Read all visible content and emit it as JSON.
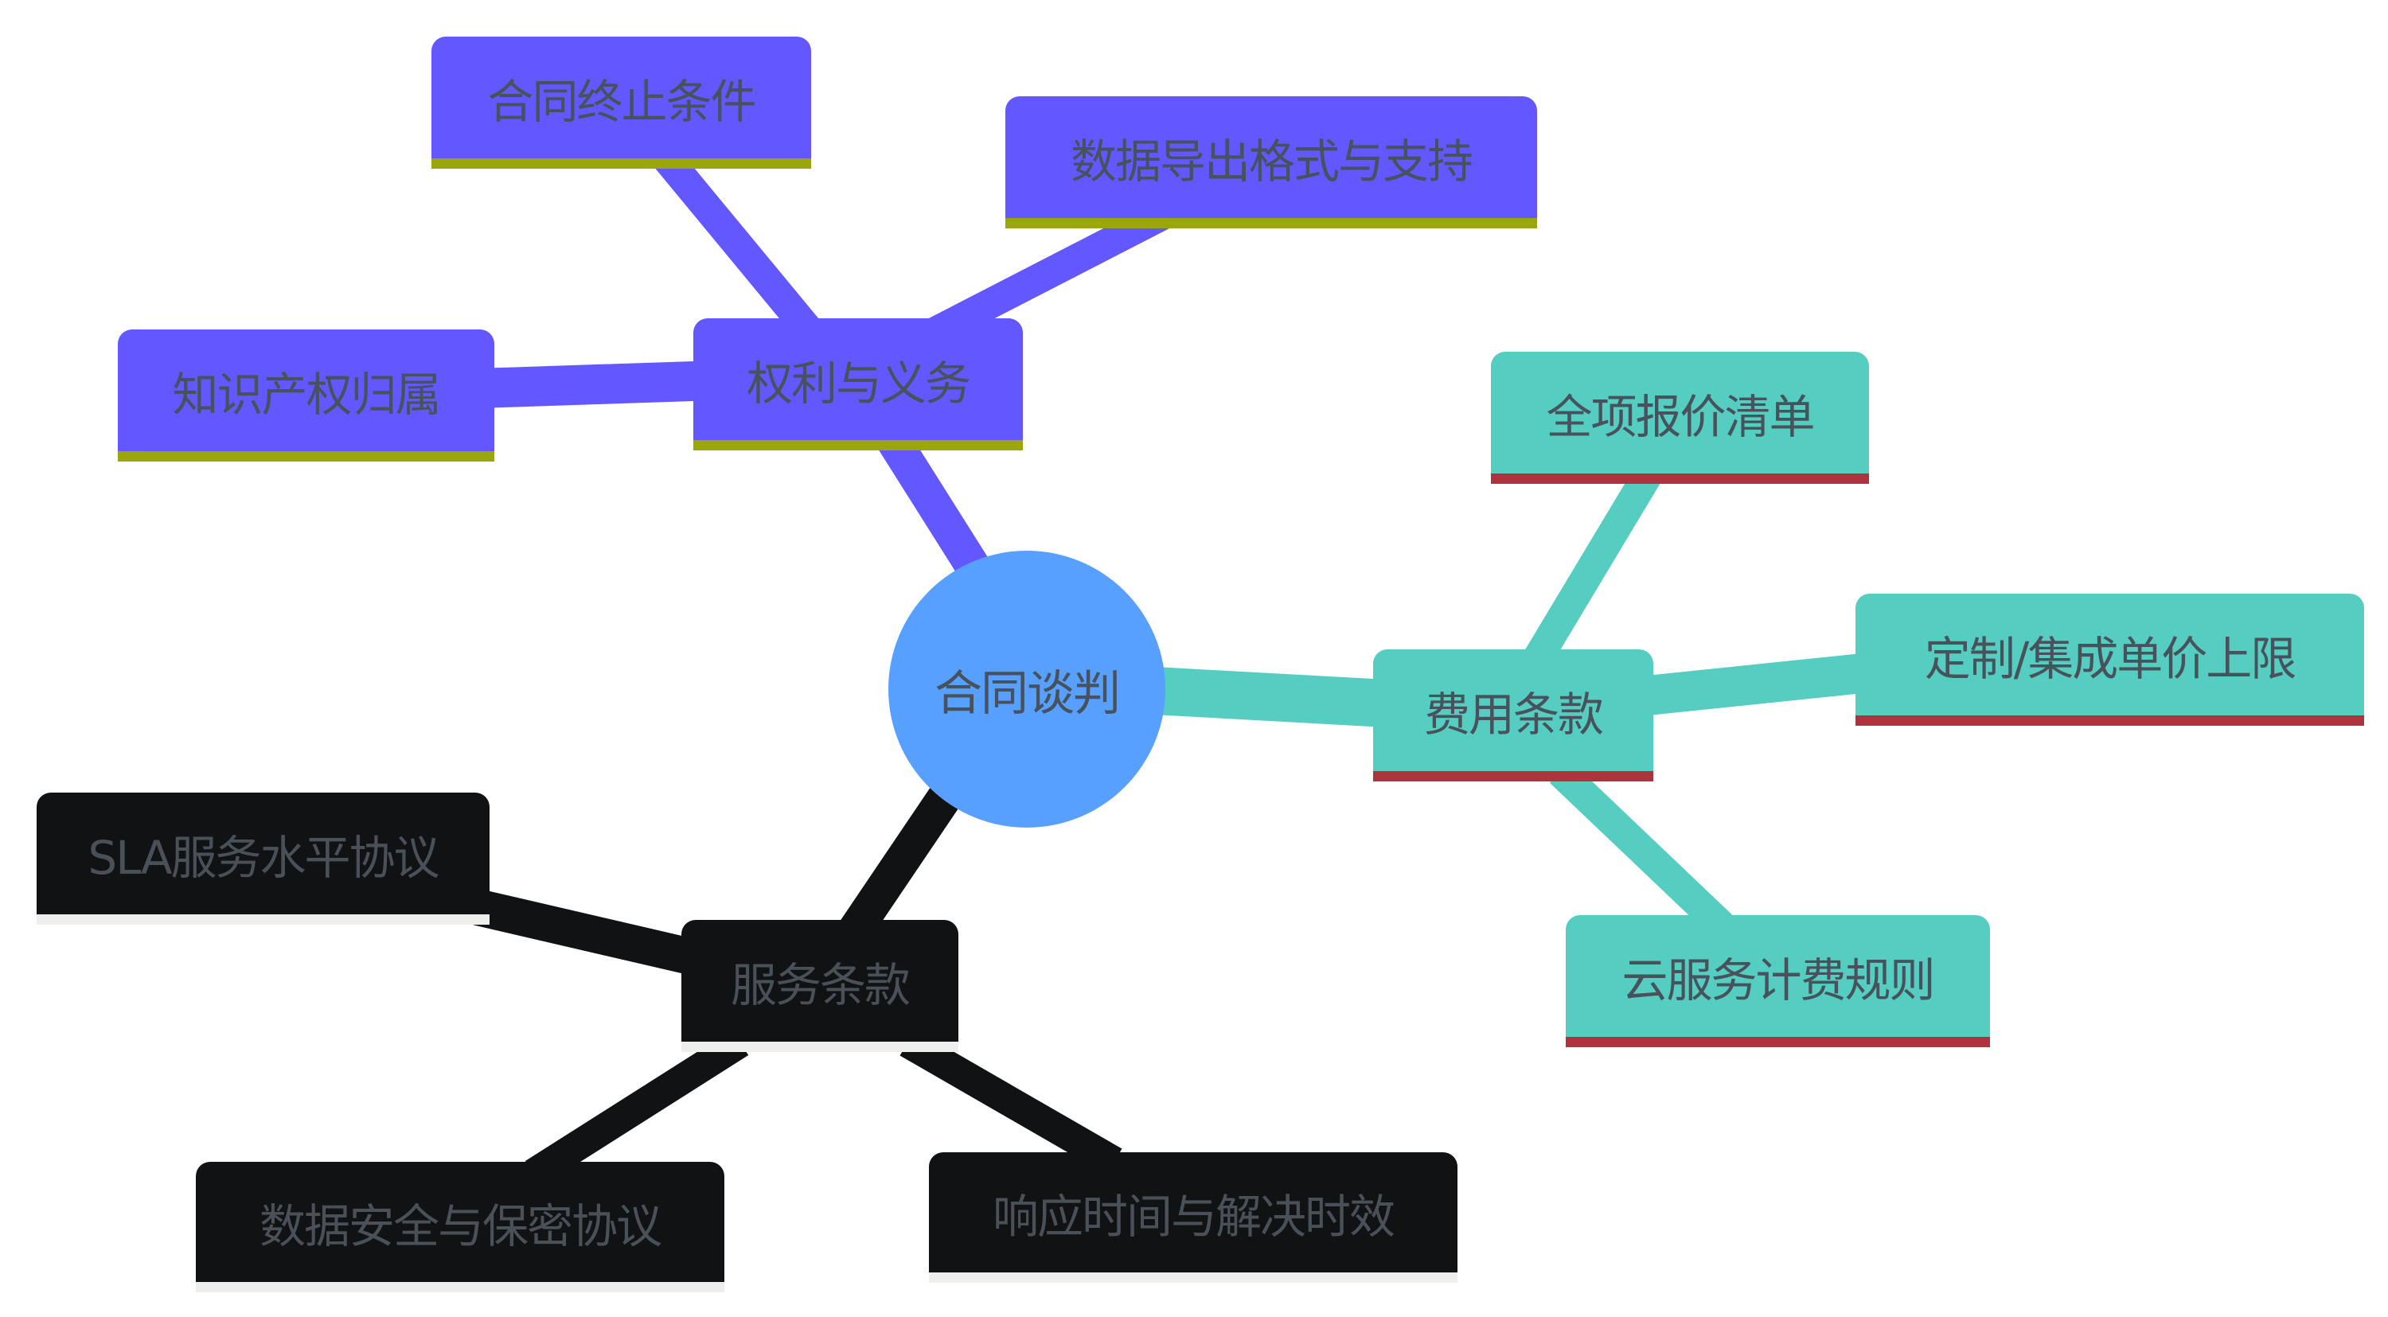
{
  "root": {
    "label": "合同谈判",
    "color": "#57a0ff"
  },
  "branches": [
    {
      "label": "权利与义务",
      "color": "#6358ff",
      "accent": "#9aa60c",
      "children": [
        "合同终止条件",
        "数据导出格式与支持",
        "知识产权归属"
      ]
    },
    {
      "label": "费用条款",
      "color": "#55cdc0",
      "accent": "#b0323e",
      "children": [
        "全项报价清单",
        "定制/集成单价上限",
        "云服务计费规则"
      ]
    },
    {
      "label": "服务条款",
      "color": "#111214",
      "accent": "#eeeeec",
      "children": [
        "SLA服务水平协议",
        "数据安全与保密协议",
        "响应时间与解决时效"
      ]
    }
  ]
}
